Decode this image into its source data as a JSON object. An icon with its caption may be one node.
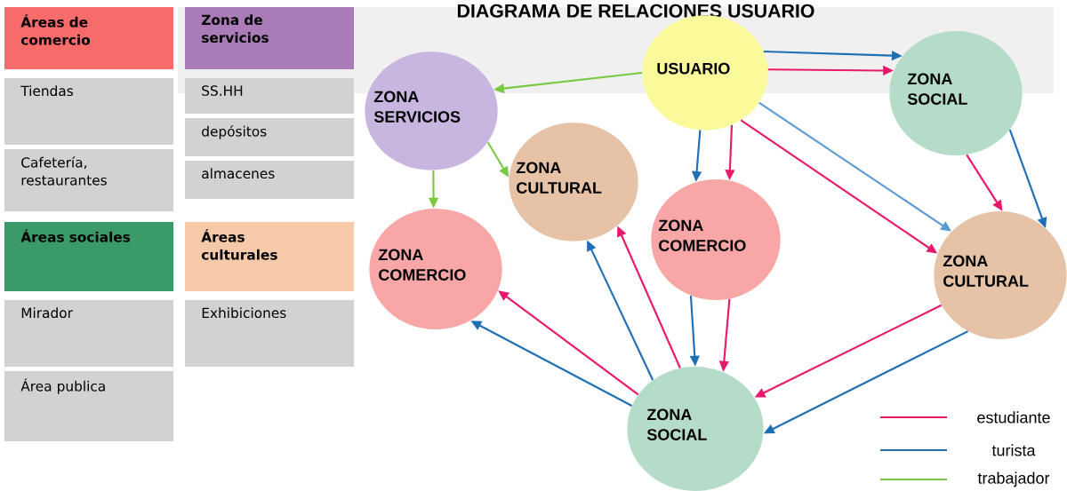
{
  "diagram": {
    "title": "DIAGRAMA DE RELACIONES USUARIO",
    "nodes": [
      {
        "text": [
          "Áreas de comercio"
        ]
      },
      {
        "text": [
          "Tiendas"
        ]
      },
      {
        "text": [
          "Cafetería, restaurantes"
        ]
      },
      {
        "text": [
          "Áreas sociales"
        ]
      },
      {
        "text": [
          "Mirador"
        ]
      },
      {
        "text": [
          "Área publica"
        ]
      },
      {
        "text": [
          "Zona de servicios"
        ]
      },
      {
        "text": [
          "SS.HH"
        ]
      },
      {
        "text": [
          "depósitos"
        ]
      },
      {
        "text": [
          "almacenes"
        ]
      },
      {
        "text": [
          "Áreas culturales"
        ]
      },
      {
        "text": [
          "Exhibiciones"
        ]
      },
      {
        "text": [
          "USUARIO"
        ]
      },
      {
        "text": [
          "ZONA SOCIAL"
        ]
      },
      {
        "text": [
          "ZONA SERVICIOS"
        ]
      },
      {
        "text": [
          "ZONA CULTURAL"
        ]
      },
      {
        "text": [
          "ZONA COMERCIO"
        ]
      },
      {
        "text": [
          "ZONA COMERCIO"
        ]
      },
      {
        "text": [
          "ZONA CULTURAL"
        ]
      },
      {
        "text": [
          "ZONA SOCIAL"
        ]
      }
    ],
    "edges": [
      {
        "from": 12,
        "to": 13,
        "arrow": "to",
        "color": "#1f6fb5"
      },
      {
        "from": 12,
        "to": 13,
        "arrow": "to",
        "color": "#e8196b"
      },
      {
        "from": 12,
        "to": 14,
        "arrow": "to",
        "color": "#7ac943"
      },
      {
        "from": 12,
        "to": 16,
        "arrow": "to",
        "color": "#1f6fb5"
      },
      {
        "from": 12,
        "to": 16,
        "arrow": "to",
        "color": "#e8196b"
      },
      {
        "from": 12,
        "to": 18,
        "arrow": "to",
        "color": "#e8196b"
      },
      {
        "from": 12,
        "to": 18,
        "arrow": "to",
        "color": "#5b9bd5"
      },
      {
        "from": 13,
        "to": 18,
        "arrow": "to",
        "color": "#e8196b"
      },
      {
        "from": 13,
        "to": 18,
        "arrow": "to",
        "color": "#1f6fb5"
      },
      {
        "from": 14,
        "to": 17,
        "arrow": "to",
        "color": "#7ac943"
      },
      {
        "from": 14,
        "to": 15,
        "arrow": "to",
        "color": "#7ac943"
      },
      {
        "from": 19,
        "to": 17,
        "arrow": "to",
        "color": "#e8196b"
      },
      {
        "from": 19,
        "to": 17,
        "arrow": "to",
        "color": "#1f6fb5"
      },
      {
        "from": 19,
        "to": 15,
        "arrow": "to",
        "color": "#1f6fb5"
      },
      {
        "from": 19,
        "to": 15,
        "arrow": "to",
        "color": "#e8196b"
      },
      {
        "from": 16,
        "to": 19,
        "arrow": "to",
        "color": "#1f6fb5"
      },
      {
        "from": 16,
        "to": 19,
        "arrow": "to",
        "color": "#e8196b"
      },
      {
        "from": 18,
        "to": 19,
        "arrow": "to",
        "color": "#e8196b"
      },
      {
        "from": 18,
        "to": 19,
        "arrow": "to",
        "color": "#1f6fb5"
      }
    ],
    "legend": [
      {
        "text": "estudiante",
        "color": "#e8196b"
      },
      {
        "text": "turista",
        "color": "#1f6fb5"
      },
      {
        "text": "trabajador",
        "color": "#7ac943"
      }
    ]
  }
}
